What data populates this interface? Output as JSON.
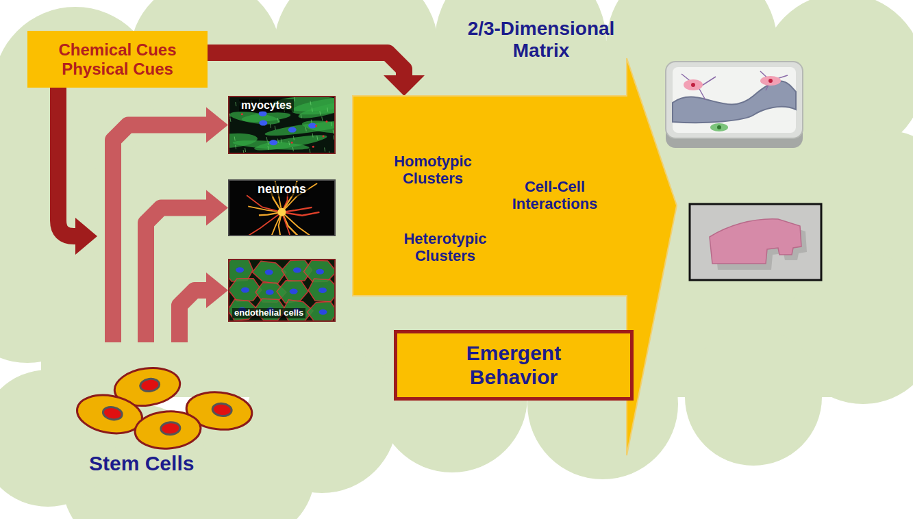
{
  "diagram": {
    "nodes": [
      {
        "text": [
          "Chemical Cues",
          "Physical Cues"
        ]
      },
      {
        "text": [
          "myocytes"
        ]
      },
      {
        "text": [
          "neurons"
        ]
      },
      {
        "text": [
          "endothelial cells"
        ]
      },
      {
        "text": [
          "Homotypic Clusters",
          "Cell-Cell Interactions",
          "Heterotypic Clusters"
        ]
      },
      {
        "text": [
          "Emergent Behavior"
        ]
      },
      {
        "text": [
          "Stem Cells"
        ]
      }
    ],
    "edges": [
      {
        "from": 0,
        "to": 4,
        "arrow": "to"
      },
      {
        "from": 6,
        "to": 1,
        "arrow": "to"
      },
      {
        "from": 6,
        "to": 2,
        "arrow": "to"
      },
      {
        "from": 6,
        "to": 3,
        "arrow": "to"
      }
    ],
    "labels": [
      "2/3-Dimensional Matrix"
    ]
  }
}
